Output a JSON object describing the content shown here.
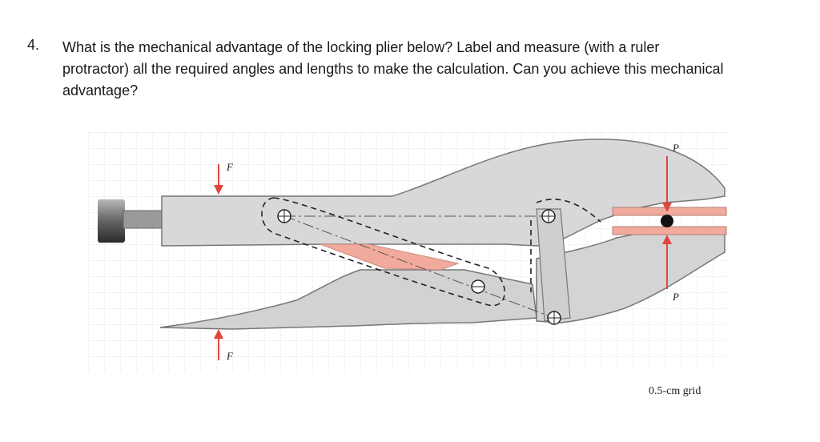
{
  "question": {
    "number": "4.",
    "text": "What is the mechanical advantage of the locking plier below? Label and measure (with a ruler protractor) all the required angles and lengths to make the calculation. Can you achieve this mechanical advantage?"
  },
  "figure": {
    "force_input_top": "F",
    "force_input_bottom": "F",
    "force_output_top": "P",
    "force_output_bottom": "P",
    "grid_caption": "0.5-cm grid",
    "colors": {
      "body": "#d8d8da",
      "outline": "#777777",
      "link": "#f2aa9c",
      "arrow": "#e0463c",
      "grid": "#d6d6d6"
    }
  }
}
